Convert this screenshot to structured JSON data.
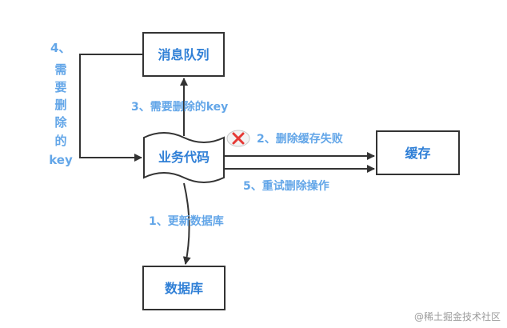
{
  "nodes": {
    "mq": "消息队列",
    "biz": "业务代码",
    "cache": "缓存",
    "db": "数据库"
  },
  "edges": {
    "update_db": "1、更新数据库",
    "delete_cache_fail": "2、删除缓存失败",
    "need_delete_key": "3、需要删除的key",
    "key_from_mq_lines": [
      "4、",
      "需",
      "要",
      "删",
      "除",
      "的",
      "key"
    ],
    "retry_delete": "5、重试删除操作"
  },
  "status_icon": "error-x-icon",
  "watermark": "@稀土掘金技术社区",
  "colors": {
    "box_label": "#2f7fd6",
    "edge_label": "#63a6e8",
    "stroke": "#333333",
    "error_icon": "#e53935"
  }
}
